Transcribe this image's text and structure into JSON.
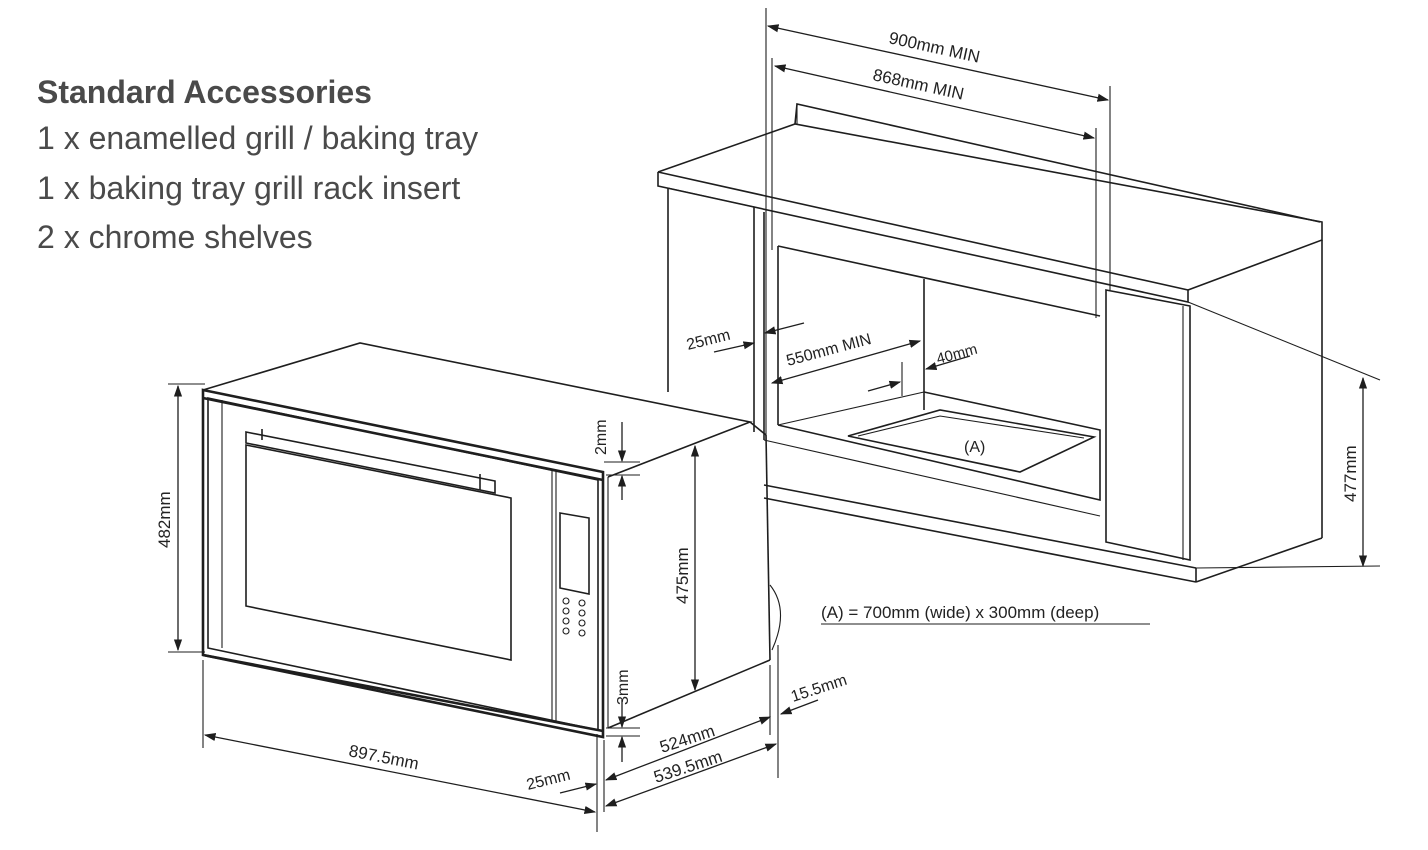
{
  "accessories": {
    "title": "Standard Accessories",
    "items": [
      "1 x enamelled grill / baking tray",
      "1 x baking tray grill rack insert",
      "2 x chrome shelves"
    ]
  },
  "cabinet": {
    "width_outer": "900mm MIN",
    "width_inner": "868mm MIN",
    "side": "25mm",
    "depth": "550mm MIN",
    "back_gap": "40mm",
    "height": "477mm",
    "cutout_label": "(A)",
    "cutout_note": "(A) = 700mm (wide) x 300mm (deep)"
  },
  "oven": {
    "height_total": "482mm",
    "top_gap": "2mm",
    "body_height": "475mm",
    "bottom_gap": "3mm",
    "width": "897.5mm",
    "door_thickness": "25mm",
    "depth_body": "524mm",
    "depth_total": "539.5mm",
    "handle_depth": "15.5mm"
  }
}
